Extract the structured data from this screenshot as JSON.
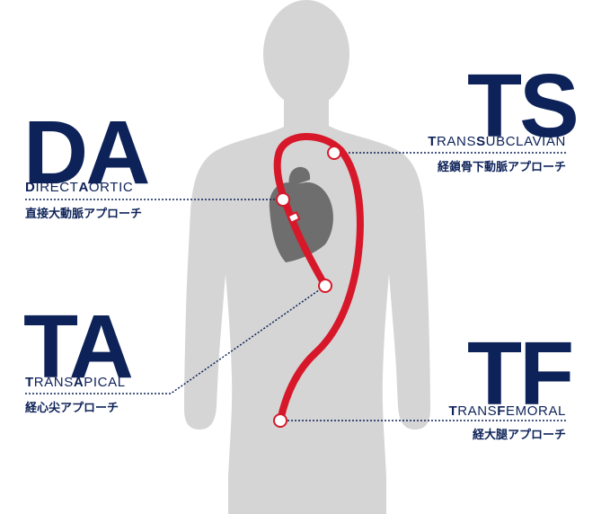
{
  "colors": {
    "navy": "#0d2258",
    "body_gray": "#d5d5d5",
    "heart_gray": "#6e6e6e",
    "catheter_red": "#d7182a"
  },
  "approaches": {
    "da": {
      "abbr": "DA",
      "en_parts": [
        {
          "t": "D",
          "b": true
        },
        {
          "t": "IRECT",
          "b": false
        },
        {
          "t": "A",
          "b": true
        },
        {
          "t": "ORTIC",
          "b": false
        }
      ],
      "jp": "直接大動脈アプローチ"
    },
    "ts": {
      "abbr": "TS",
      "en_parts": [
        {
          "t": "T",
          "b": true
        },
        {
          "t": "RANS",
          "b": false
        },
        {
          "t": "S",
          "b": true
        },
        {
          "t": "UBCLAVIAN",
          "b": false
        }
      ],
      "jp": "経鎖骨下動脈アプローチ"
    },
    "ta": {
      "abbr": "TA",
      "en_parts": [
        {
          "t": "T",
          "b": true
        },
        {
          "t": "RANS",
          "b": false
        },
        {
          "t": "A",
          "b": true
        },
        {
          "t": "PICAL",
          "b": false
        }
      ],
      "jp": "経心尖アプローチ"
    },
    "tf": {
      "abbr": "TF",
      "en_parts": [
        {
          "t": "T",
          "b": true
        },
        {
          "t": "RANS",
          "b": false
        },
        {
          "t": "F",
          "b": true
        },
        {
          "t": "EMORAL",
          "b": false
        }
      ],
      "jp": "経大腿アプローチ"
    }
  }
}
